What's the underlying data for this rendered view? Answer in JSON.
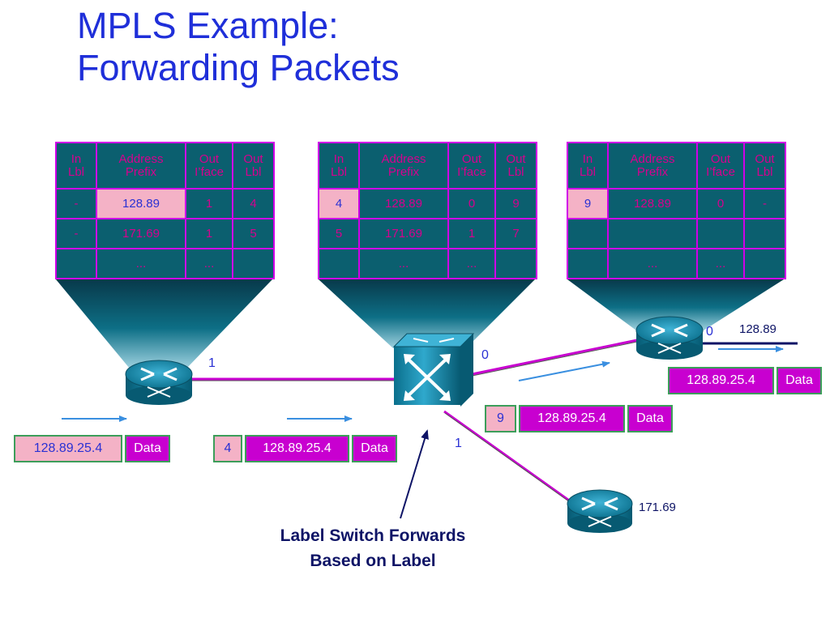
{
  "title": {
    "line1": "MPLS Example:",
    "line2": "Forwarding Packets"
  },
  "table_headers": {
    "in_lbl": [
      "In",
      "Lbl"
    ],
    "prefix": [
      "Address",
      "Prefix"
    ],
    "out_iface": [
      "Out",
      "I’face"
    ],
    "out_lbl": [
      "Out",
      "Lbl"
    ]
  },
  "tables": [
    {
      "rows": [
        {
          "in_lbl": "-",
          "prefix": "128.89",
          "out_iface": "1",
          "out_lbl": "4"
        },
        {
          "in_lbl": "-",
          "prefix": "171.69",
          "out_iface": "1",
          "out_lbl": "5"
        },
        {
          "in_lbl": "",
          "prefix": "...",
          "out_iface": "...",
          "out_lbl": ""
        }
      ]
    },
    {
      "rows": [
        {
          "in_lbl": "4",
          "prefix": "128.89",
          "out_iface": "0",
          "out_lbl": "9"
        },
        {
          "in_lbl": "5",
          "prefix": "171.69",
          "out_iface": "1",
          "out_lbl": "7"
        },
        {
          "in_lbl": "",
          "prefix": "...",
          "out_iface": "...",
          "out_lbl": ""
        }
      ]
    },
    {
      "rows": [
        {
          "in_lbl": "9",
          "prefix": "128.89",
          "out_iface": "0",
          "out_lbl": "-"
        },
        {
          "in_lbl": "",
          "prefix": "",
          "out_iface": "",
          "out_lbl": ""
        },
        {
          "in_lbl": "",
          "prefix": "...",
          "out_iface": "...",
          "out_lbl": ""
        }
      ]
    }
  ],
  "packets": {
    "p1": {
      "address": "128.89.25.4",
      "data": "Data"
    },
    "p2": {
      "label": "4",
      "address": "128.89.25.4",
      "data": "Data"
    },
    "p3": {
      "label": "9",
      "address": "128.89.25.4",
      "data": "Data"
    },
    "p4": {
      "address": "128.89.25.4",
      "data": "Data"
    }
  },
  "interface_labels": {
    "r1_if": "1",
    "r2_if0": "0",
    "r2_if1": "1",
    "r3_if": "0"
  },
  "prefix_labels": {
    "dest_a": "128.89",
    "dest_b": "171.69"
  },
  "caption": {
    "line1": "Label Switch Forwards",
    "line2": "Based on Label"
  },
  "colors": {
    "title": "#1f2fd9",
    "table_bg": "#0b5f6f",
    "table_border": "#d000e8",
    "table_text": "#d6008f",
    "highlight": "#f4b2c6",
    "link": "#c800d0",
    "arrow": "#3a8fe0",
    "router": "#0a6f8c"
  }
}
